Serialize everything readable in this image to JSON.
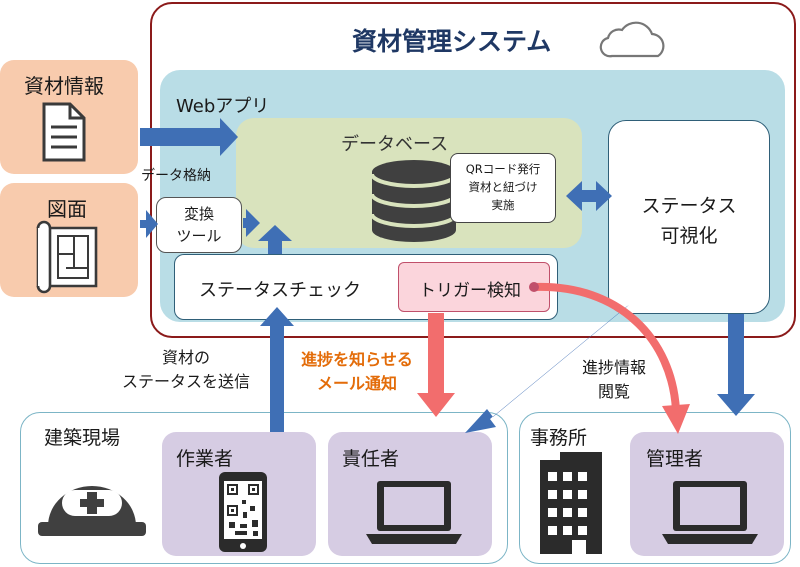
{
  "system_title": "資材管理システム",
  "web_app_label": "Webアプリ",
  "database_label": "データベース",
  "qr_box": {
    "line1": "QRコード発行",
    "line2": "資材と紐づけ",
    "line3": "実施"
  },
  "status_viz": {
    "line1": "ステータス",
    "line2": "可視化"
  },
  "status_check": "ステータスチェック",
  "trigger": "トリガー検知",
  "material_info": "資材情報",
  "drawing": "図面",
  "data_store_label": "データ格納",
  "converter": {
    "line1": "変換",
    "line2": "ツール"
  },
  "send_status": {
    "line1": "資材の",
    "line2": "ステータスを送信"
  },
  "progress_mail": {
    "line1": "進捗を知らせる",
    "line2": "メール通知"
  },
  "progress_view": {
    "line1": "進捗情報",
    "line2": "閲覧"
  },
  "site": {
    "label": "建築現場",
    "worker": "作業者",
    "supervisor": "責任者"
  },
  "office": {
    "label": "事務所",
    "manager": "管理者"
  },
  "colors": {
    "frame_border": "#8b1a1a",
    "title": "#1f3864",
    "web_app_bg": "#b9dde6",
    "db_bg": "#d9e3bd",
    "peach": "#f8cbad",
    "purple": "#d6cce3",
    "blue_arrow": "#3f6fb5",
    "red_arrow": "#f26d6d",
    "mail_text": "#e36c09"
  },
  "icons": [
    "cloud-icon",
    "document-icon",
    "blueprint-icon",
    "database-icon",
    "hardhat-icon",
    "smartphone-qr-icon",
    "laptop-icon",
    "office-building-icon"
  ]
}
